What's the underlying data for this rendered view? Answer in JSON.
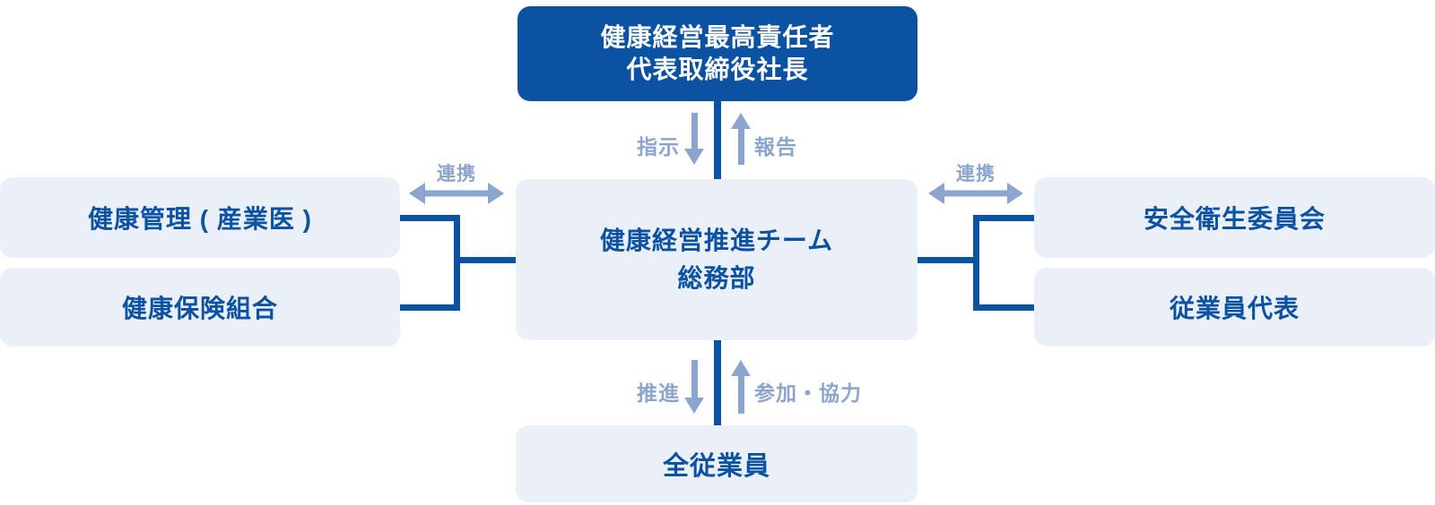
{
  "diagram": {
    "nodes": {
      "ceo": {
        "line1": "健康経営最高責任者",
        "line2": "代表取締役社長"
      },
      "team": {
        "line1": "健康経営推進チーム",
        "line2": "総務部"
      },
      "all_employees": {
        "label": "全従業員"
      },
      "left": [
        {
          "label": "健康管理 ( 産業医 )"
        },
        {
          "label": "健康保険組合"
        }
      ],
      "right": [
        {
          "label": "安全衛生委員会"
        },
        {
          "label": "従業員代表"
        }
      ]
    },
    "edges": {
      "directive": "指示",
      "report": "報告",
      "promotion": "推進",
      "participation": "参加・協力",
      "collaboration_left": "連携",
      "collaboration_right": "連携"
    },
    "colors": {
      "primary": "#0B52A3",
      "light_box": "#EBF0F8",
      "accent": "#8BA5CE",
      "text_on_primary": "#FFFFFF"
    }
  }
}
